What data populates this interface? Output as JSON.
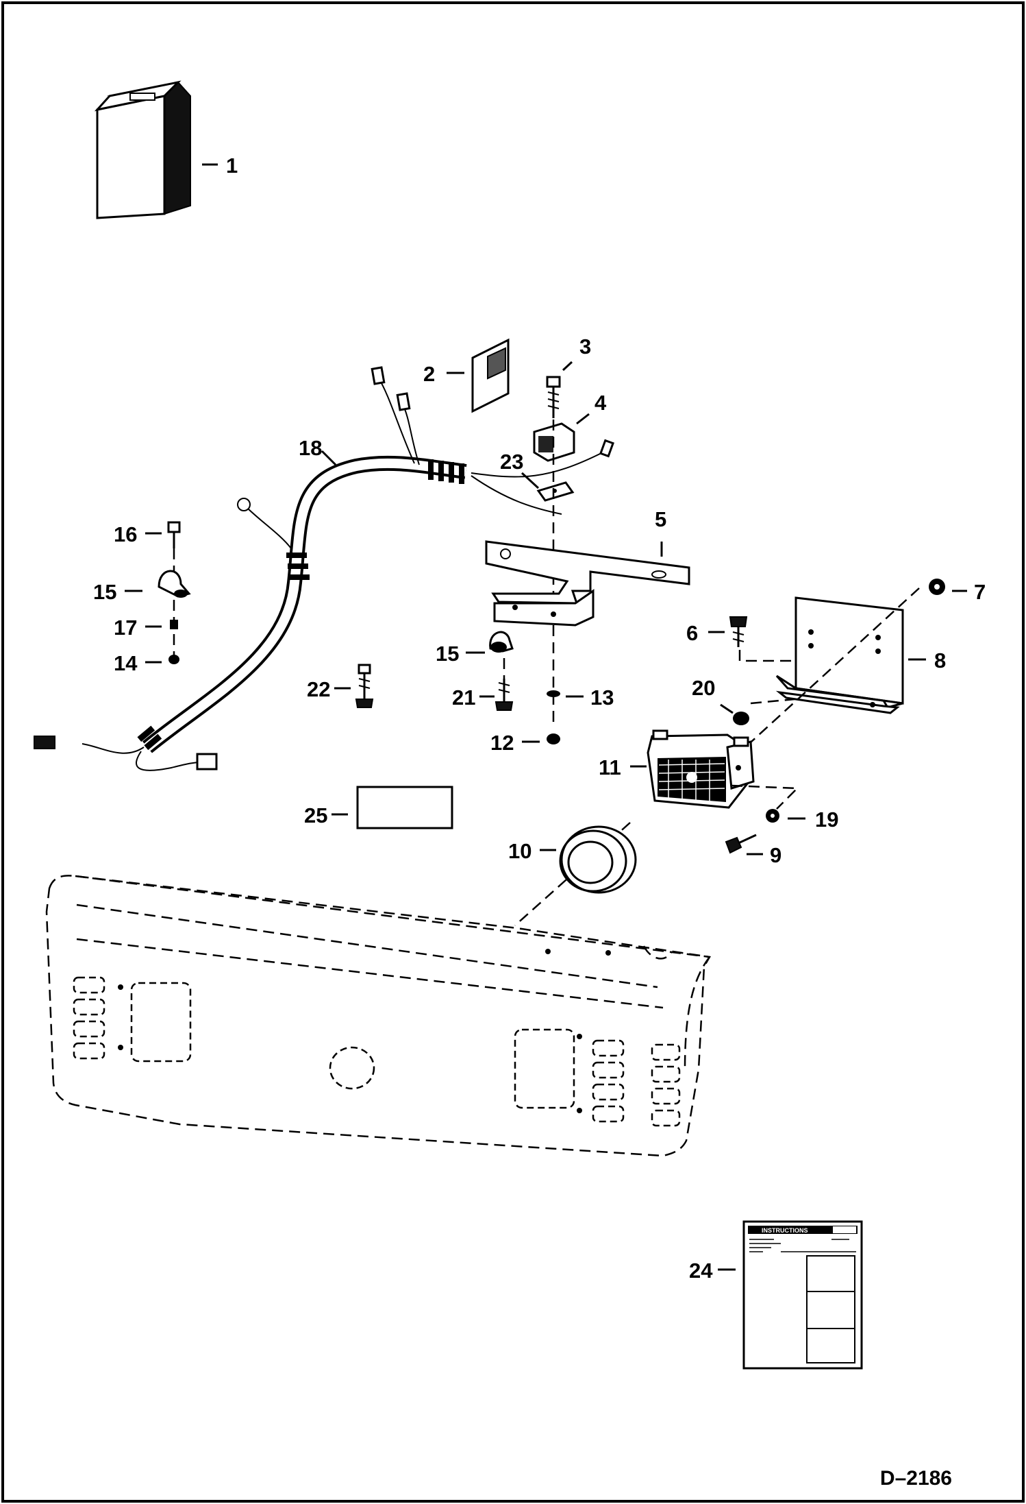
{
  "diagram": {
    "drawing_code": "D–2186",
    "callouts": [
      "1",
      "2",
      "3",
      "4",
      "5",
      "6",
      "7",
      "8",
      "9",
      "10",
      "11",
      "12",
      "13",
      "14",
      "15",
      "15",
      "16",
      "17",
      "18",
      "19",
      "20",
      "21",
      "22",
      "23",
      "24",
      "25"
    ],
    "instruction_sheet_heading": "INSTRUCTIONS"
  }
}
